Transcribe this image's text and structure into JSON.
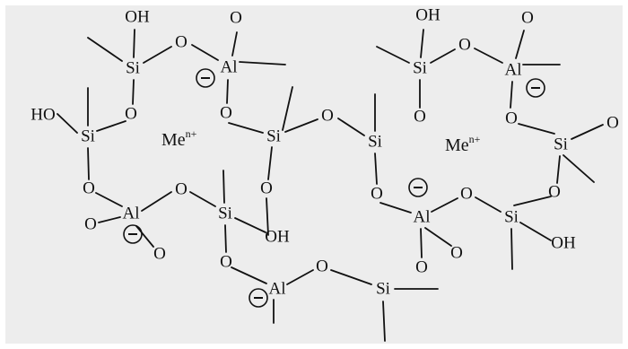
{
  "labels": {
    "si": "Si",
    "al": "Al",
    "o": "O",
    "oh": "OH",
    "ho": "HO",
    "me_base": "Me",
    "me_sup": "n+"
  },
  "charge": {
    "symbol": "−",
    "icon": "negative-charge-icon"
  },
  "colors": {
    "panel": "#ededed",
    "ink": "#111111",
    "frame": "#ffffff"
  }
}
